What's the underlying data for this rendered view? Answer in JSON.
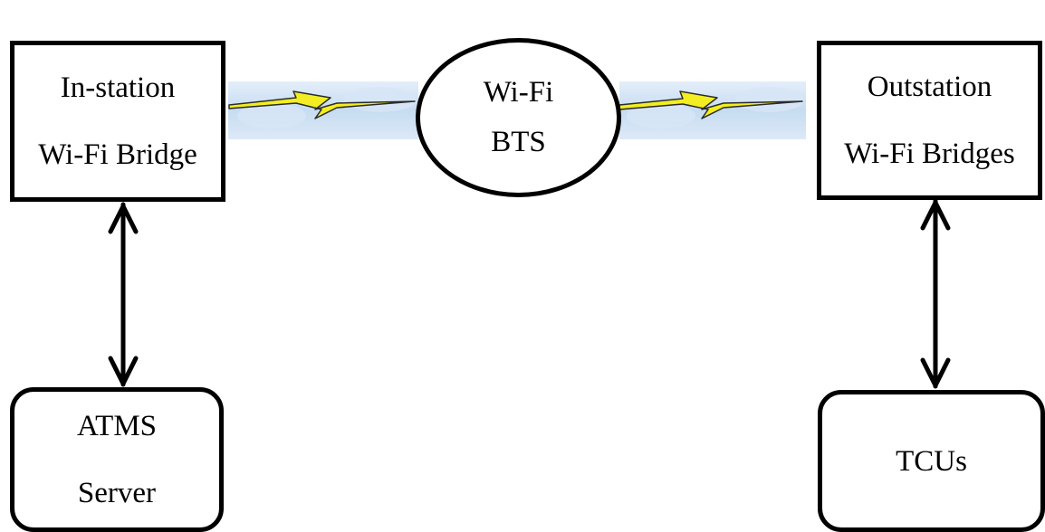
{
  "nodes": {
    "in_station_bridge": {
      "lines": [
        "In-station",
        "Wi-Fi Bridge"
      ]
    },
    "wifi_bts": {
      "lines": [
        "Wi-Fi",
        "BTS"
      ]
    },
    "outstation_bridges": {
      "lines": [
        "Outstation",
        "Wi-Fi Bridges"
      ]
    },
    "atms_server": {
      "lines": [
        "ATMS",
        "Server"
      ]
    },
    "tcus": {
      "lines": [
        "TCUs"
      ]
    }
  },
  "links": [
    {
      "from": "in_station_bridge",
      "to": "wifi_bts",
      "kind": "wireless"
    },
    {
      "from": "wifi_bts",
      "to": "outstation_bridges",
      "kind": "wireless"
    },
    {
      "from": "in_station_bridge",
      "to": "atms_server",
      "kind": "bidirectional"
    },
    {
      "from": "outstation_bridges",
      "to": "tcus",
      "kind": "bidirectional"
    }
  ],
  "colors": {
    "stroke": "#000000",
    "lightning_fill": "#f2ee22",
    "cloud_fill": "#c6dcf1"
  }
}
